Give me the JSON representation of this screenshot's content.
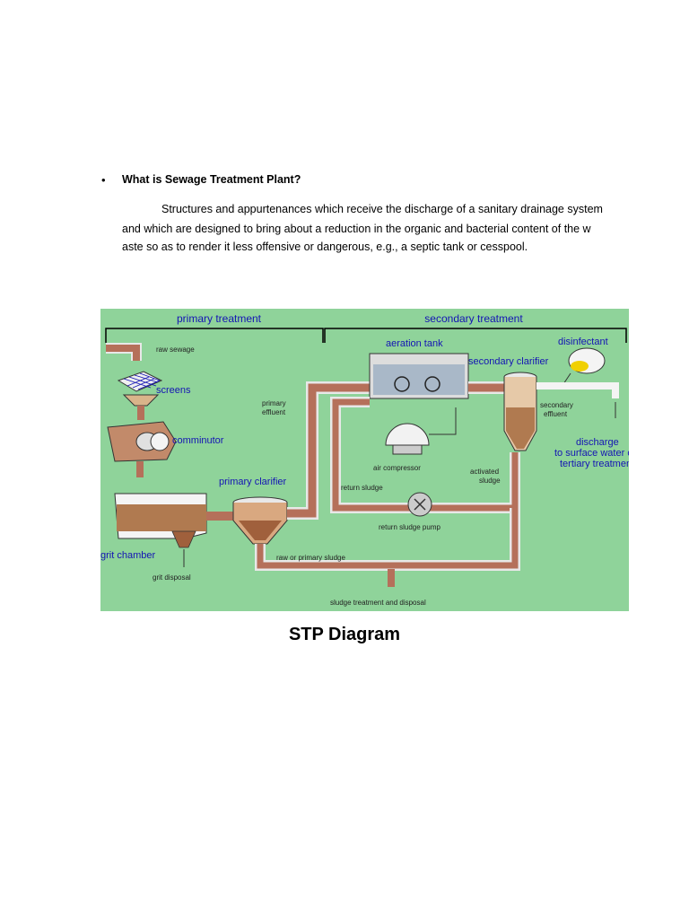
{
  "bullet": {
    "symbol": "•",
    "heading": "What is Sewage Treatment Plant?"
  },
  "paragraph": {
    "line1": "Structures and appurtenances which receive the discharge of a sanitary drainage system",
    "line2": "and which are designed to bring about a reduction in the organic and bacterial content of the w",
    "line3": "aste so as to render it less offensive or dangerous, e.g., a septic tank or cesspool."
  },
  "diagram": {
    "section_primary": "primary treatment",
    "section_secondary": "secondary treatment",
    "raw_sewage": "raw sewage",
    "screens": "screens",
    "comminutor": "comminutor",
    "grit_chamber": "grit chamber",
    "grit_disposal": "grit disposal",
    "primary_clarifier": "primary clarifier",
    "primary_effluent_1": "primary",
    "primary_effluent_2": "effluent",
    "aeration_tank": "aeration tank",
    "air_compressor": "air compressor",
    "secondary_clarifier": "secondary clarifier",
    "disinfectant": "disinfectant",
    "secondary_effluent_1": "secondary",
    "secondary_effluent_2": "effluent",
    "discharge_1": "discharge",
    "discharge_2": "to surface water or",
    "discharge_3": "tertiary treatment",
    "activated_sludge_1": "activated",
    "activated_sludge_2": "sludge",
    "return_sludge": "return sludge",
    "return_sludge_pump": "return sludge pump",
    "raw_primary_sludge": "raw or primary sludge",
    "sludge_treatment": "sludge treatment and disposal",
    "colors": {
      "background": "#8fd39a",
      "pipe": "#b5705a",
      "pipe_outline": "#e8e8e8",
      "label_blue": "#1414b4",
      "sludge": "#a0603c"
    }
  },
  "caption": "STP Diagram"
}
